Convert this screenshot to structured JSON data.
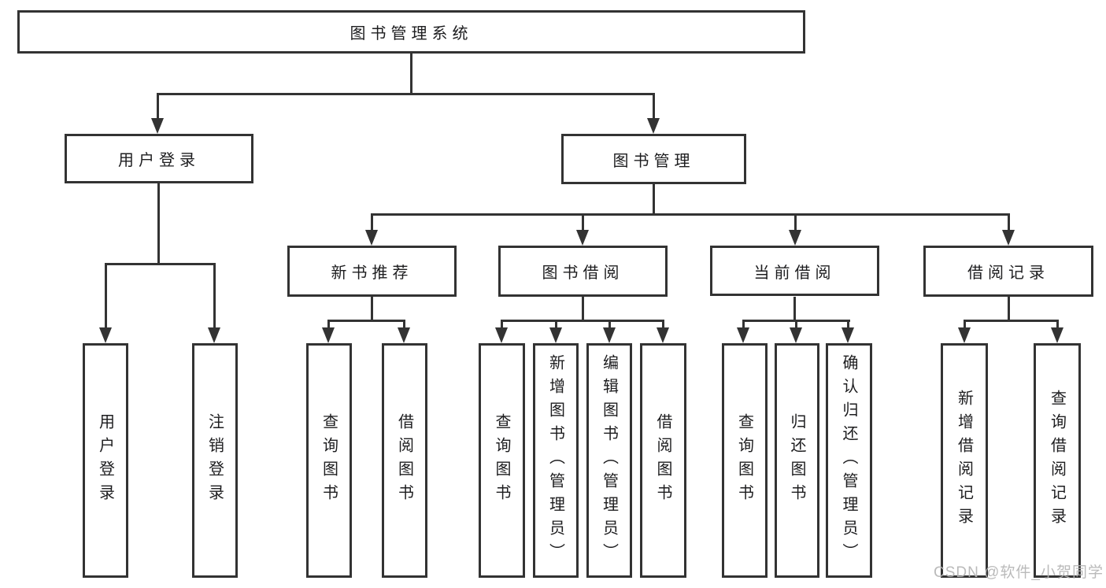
{
  "colors": {
    "line": "#333333",
    "text": "#1d1d1f",
    "watermark": "#b5b5b5",
    "background": "#ffffff"
  },
  "tree": {
    "label": "图书管理系统",
    "children": [
      {
        "label": "用户登录",
        "children": [
          {
            "label": "用户登录"
          },
          {
            "label": "注销登录"
          }
        ]
      },
      {
        "label": "图书管理",
        "children": [
          {
            "label": "新书推荐",
            "children": [
              {
                "label": "查询图书"
              },
              {
                "label": "借阅图书"
              }
            ]
          },
          {
            "label": "图书借阅",
            "children": [
              {
                "label": "查询图书"
              },
              {
                "label": "新增图书（管理员）"
              },
              {
                "label": "编辑图书（管理员）"
              },
              {
                "label": "借阅图书"
              }
            ]
          },
          {
            "label": "当前借阅",
            "children": [
              {
                "label": "查询图书"
              },
              {
                "label": "归还图书"
              },
              {
                "label": "确认归还（管理员）"
              }
            ]
          },
          {
            "label": "借阅记录",
            "children": [
              {
                "label": "新增借阅记录"
              },
              {
                "label": "查询借阅记录"
              }
            ]
          }
        ]
      }
    ]
  },
  "watermark": {
    "text": "CSDN @软件_小贺同学"
  }
}
